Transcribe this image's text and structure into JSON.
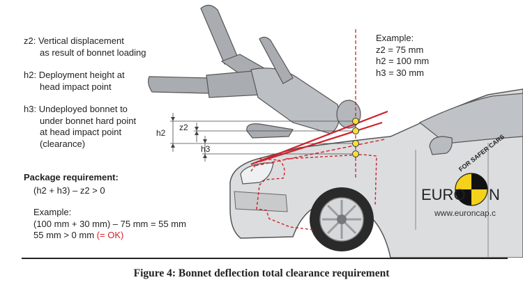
{
  "definitions": [
    {
      "key": "z2:",
      "lines": [
        "Vertical displacement",
        "as result of bonnet loading"
      ]
    },
    {
      "key": "h2:",
      "lines": [
        "Deployment height at",
        "head impact point"
      ]
    },
    {
      "key": "h3:",
      "lines": [
        "Undeployed bonnet to",
        "under bonnet hard point",
        "at head impact point",
        "(clearance)"
      ]
    }
  ],
  "example_top": {
    "title": "Example:",
    "lines": [
      "z2 = 75 mm",
      "h2 = 100 mm",
      "h3 = 30 mm"
    ]
  },
  "requirement": {
    "title": "Package requirement:",
    "formula": "(h2 + h3) – z2 > 0",
    "example_title": "Example:",
    "calc": "(100 mm + 30 mm) – 75 mm = 55 mm",
    "result": "55 mm > 0 mm",
    "result_ok": "(= OK)"
  },
  "dimension_labels": {
    "h2": "h2",
    "z2": "z2",
    "h3": "h3"
  },
  "branding": {
    "arc_text": "FOR SAFER CARS",
    "logo_left": "EURO",
    "logo_right": "N",
    "url": "www.euroncap.c"
  },
  "colors": {
    "accent_red": "#d0202a",
    "marker_yellow": "#f4e13a",
    "body_grey": "#d9dadb"
  },
  "caption": "Figure 4: Bonnet deflection total clearance requirement"
}
